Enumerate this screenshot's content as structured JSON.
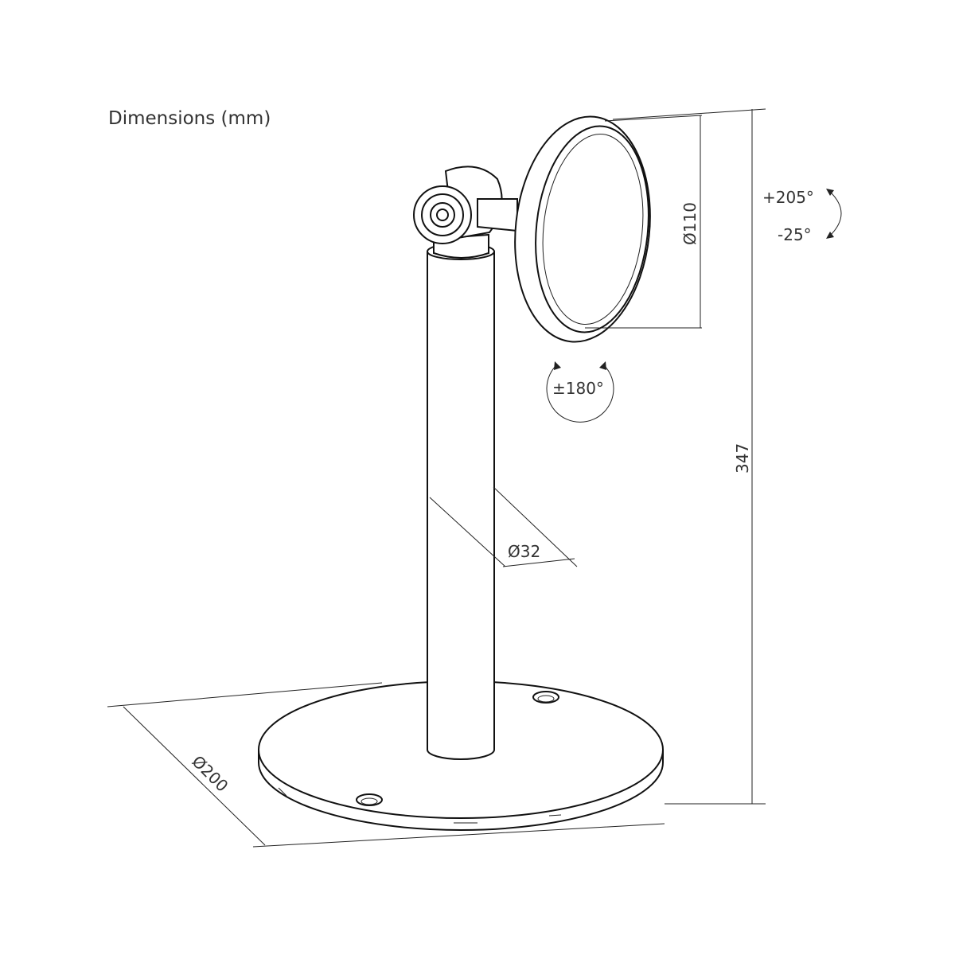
{
  "title": "Dimensions (mm)",
  "dimensions": {
    "plate_diameter": "Ø110",
    "total_height": "347",
    "pole_diameter": "Ø32",
    "base_diameter": "Ø200"
  },
  "rotations": {
    "tilt_up": "+205°",
    "tilt_down": "-25°",
    "swivel": "±180°"
  }
}
